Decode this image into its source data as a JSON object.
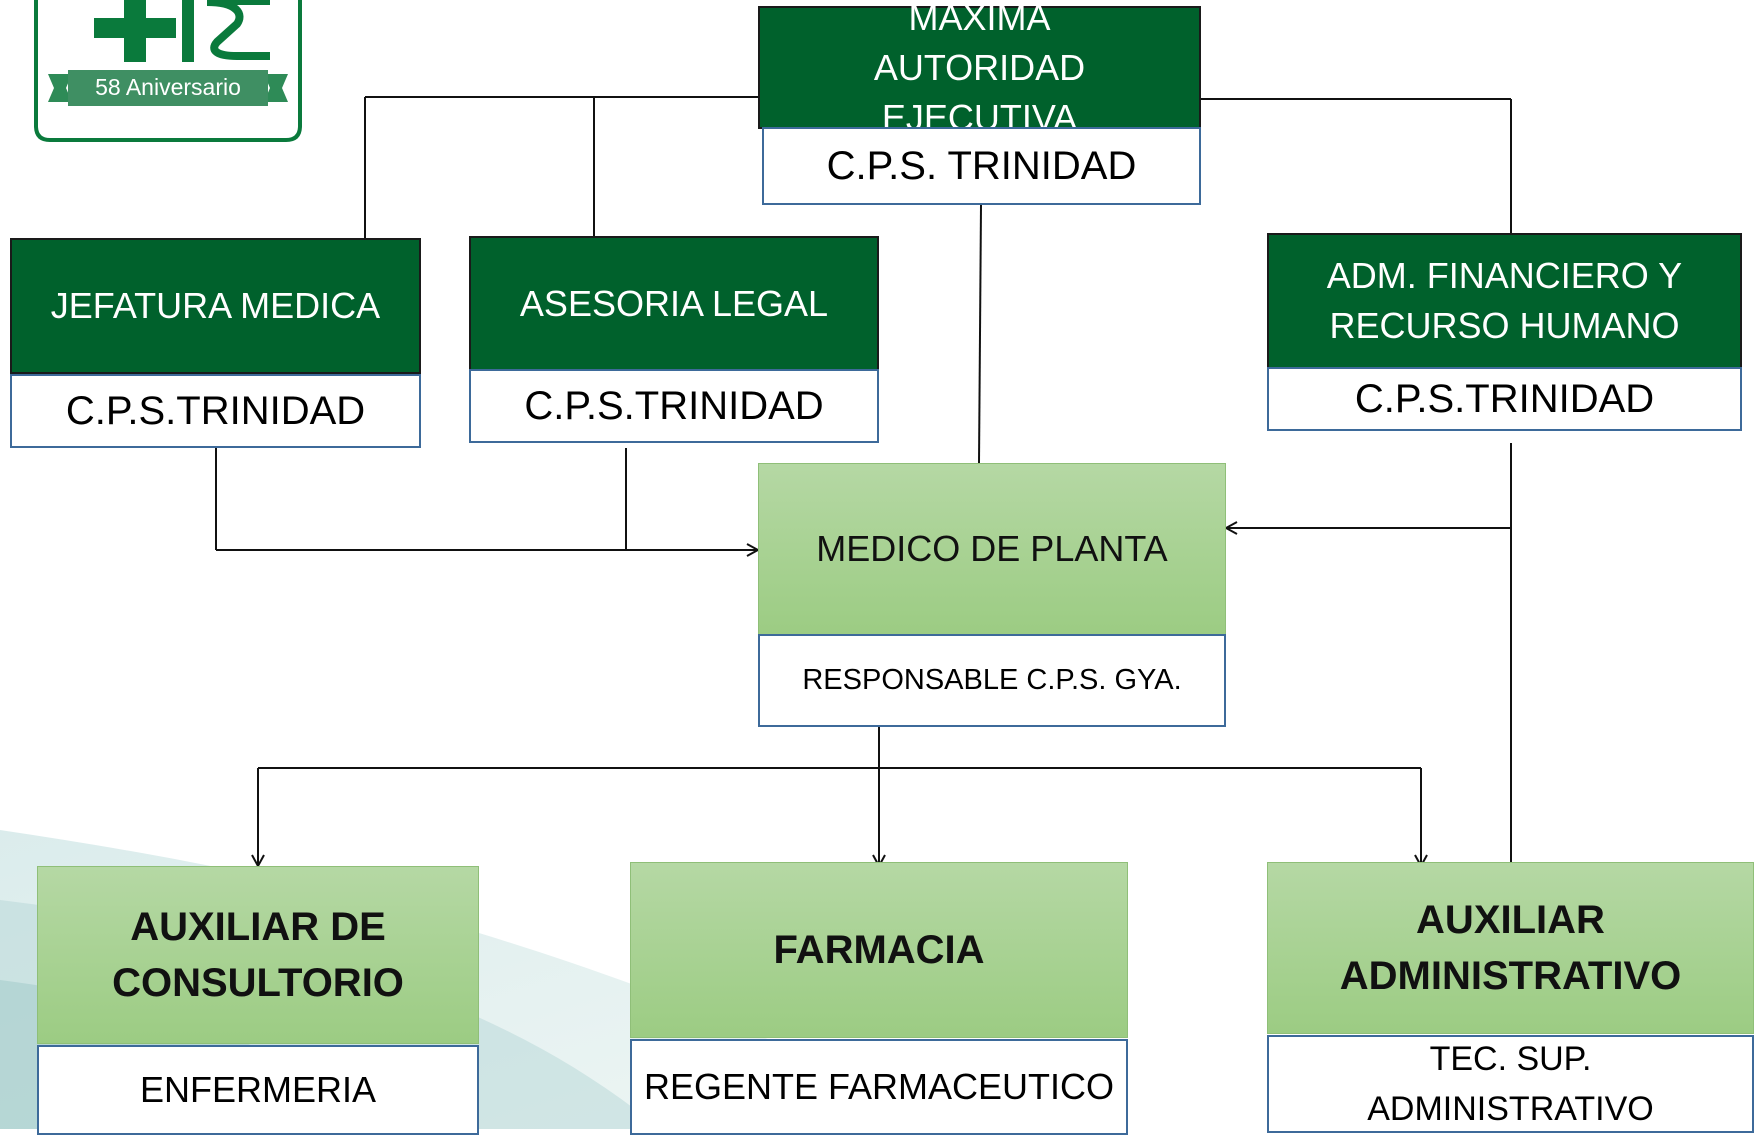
{
  "logo": {
    "caption": "58 Aniversario",
    "accent": "#0a7a3c"
  },
  "colors": {
    "dark_green": "#00612c",
    "light_green": "#a3d08a",
    "box_border": "#3d6a9a",
    "line": "#111111"
  },
  "nodes": {
    "executive": {
      "title": "MAXIMA AUTORIDAD EJECUTIVA",
      "subtitle": "C.P.S. TRINIDAD"
    },
    "medical_head": {
      "title": "JEFATURA MEDICA",
      "subtitle": "C.P.S.TRINIDAD"
    },
    "legal": {
      "title": "ASESORIA LEGAL",
      "subtitle": "C.P.S.TRINIDAD"
    },
    "finance": {
      "title": "ADM. FINANCIERO Y RECURSO HUMANO",
      "subtitle": "C.P.S.TRINIDAD"
    },
    "plant_doctor": {
      "title": "MEDICO DE PLANTA",
      "subtitle": "RESPONSABLE C.P.S. GYA."
    },
    "consult_aux": {
      "title": "AUXILIAR DE CONSULTORIO",
      "subtitle": "ENFERMERIA"
    },
    "pharmacy": {
      "title": "FARMACIA",
      "subtitle": "REGENTE FARMACEUTICO"
    },
    "admin_aux": {
      "title": "AUXILIAR ADMINISTRATIVO",
      "subtitle": "TEC. SUP. ADMINISTRATIVO"
    }
  }
}
